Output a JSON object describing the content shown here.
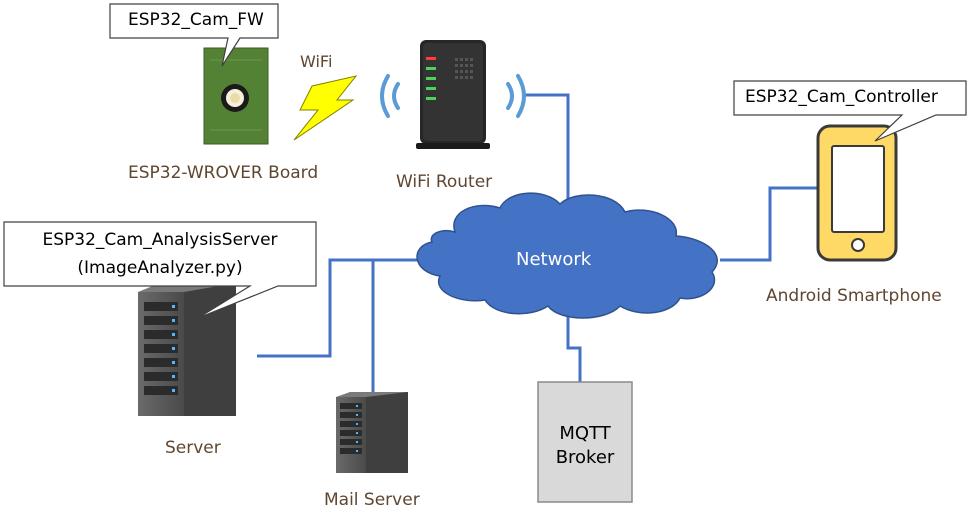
{
  "callouts": {
    "fw": "ESP32_Cam_FW",
    "controller": "ESP32_Cam_Controller",
    "server_line1": "ESP32_Cam_AnalysisServer",
    "server_line2": "(ImageAnalyzer.py)"
  },
  "labels": {
    "wifi": "WiFi",
    "board": "ESP32-WROVER Board",
    "router": "WiFi Router",
    "network": "Network",
    "smartphone": "Android Smartphone",
    "server": "Server",
    "mail_server": "Mail Server",
    "broker_line1": "MQTT",
    "broker_line2": "Broker"
  },
  "colors": {
    "link": "#4472c4",
    "cloud": "#4472c4",
    "board": "#548235",
    "lightning": "#ffff00",
    "phone": "#ffd966",
    "router": "#262626",
    "server": "#595959",
    "broker": "#d9d9d9",
    "label_text": "#5f4630"
  }
}
